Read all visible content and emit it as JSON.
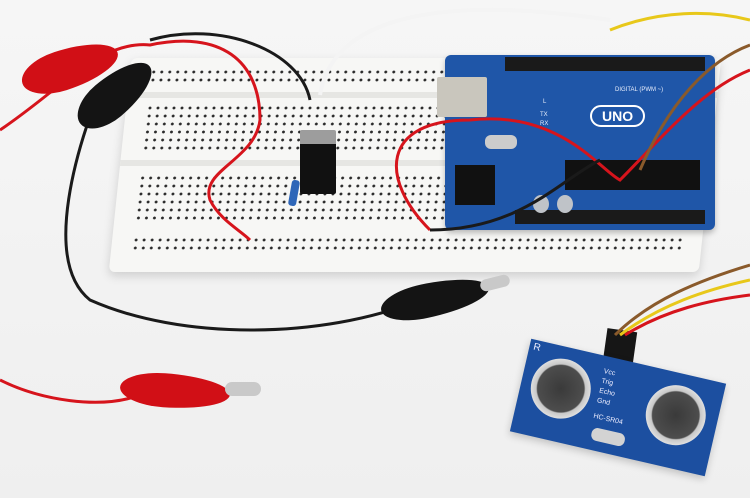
{
  "scene": {
    "description": "Photo of an Arduino UNO on a white breadboard with a voltage regulator, resistor, jumper wires, alligator clips and an HC-SR04 ultrasonic sensor",
    "arduino": {
      "logo": "UNO",
      "labels": {
        "digital": "DIGITAL (PWM ~)",
        "tx": "TX",
        "rx": "RX",
        "l": "L"
      },
      "color": "#1f56a8"
    },
    "sensor": {
      "model": "HC-SR04",
      "pins": [
        "Vcc",
        "Trig",
        "Echo",
        "Gnd"
      ],
      "side_label": "R",
      "color": "#1c4fa0"
    },
    "wire_colors": {
      "red": "#d6141c",
      "black": "#1a1a1a",
      "white": "#f4f4f4",
      "yellow": "#e8c81a",
      "brown": "#8a5a2b",
      "blue": "#2e66b8"
    }
  }
}
